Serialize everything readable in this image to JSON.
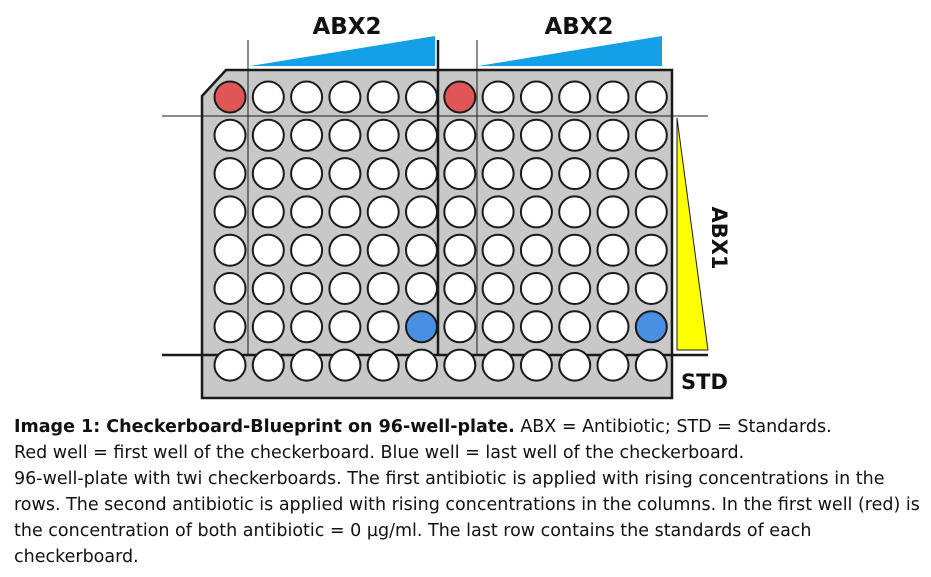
{
  "diagram": {
    "top_label_left": "ABX2",
    "top_label_right": "ABX2",
    "side_label": "ABX1",
    "std_label": "STD",
    "plate": {
      "rows": 8,
      "columns": 12,
      "well_count": 96
    },
    "colors": {
      "plate_fill": "#c8c8c8",
      "plate_border": "#1a1a1a",
      "well_empty": "#ffffff",
      "well_first": "#e05555",
      "well_last": "#4a90e2",
      "abx2_wedge": "#14a0e6",
      "abx1_wedge": "#ffff00"
    },
    "first_wells": [
      {
        "row": 1,
        "col": 1
      },
      {
        "row": 1,
        "col": 7
      }
    ],
    "last_wells": [
      {
        "row": 7,
        "col": 6
      },
      {
        "row": 7,
        "col": 12
      }
    ]
  },
  "caption": {
    "title": "Image 1: Checkerboard-Blueprint on 96-well-plate.",
    "line1_rest": " ABX = Antibiotic; STD = Standards.",
    "line2": "Red well = first well of the checkerboard. Blue well = last well of the checkerboard.",
    "line3": "96-well-plate with twi checkerboards. The first antibiotic is applied with rising concentrations in the rows. The second antibiotic is applied with rising concentrations in the columns. In the first well (red) is the concentration of both antibiotic = 0 µg/ml. The last row contains the standards of each checkerboard."
  }
}
